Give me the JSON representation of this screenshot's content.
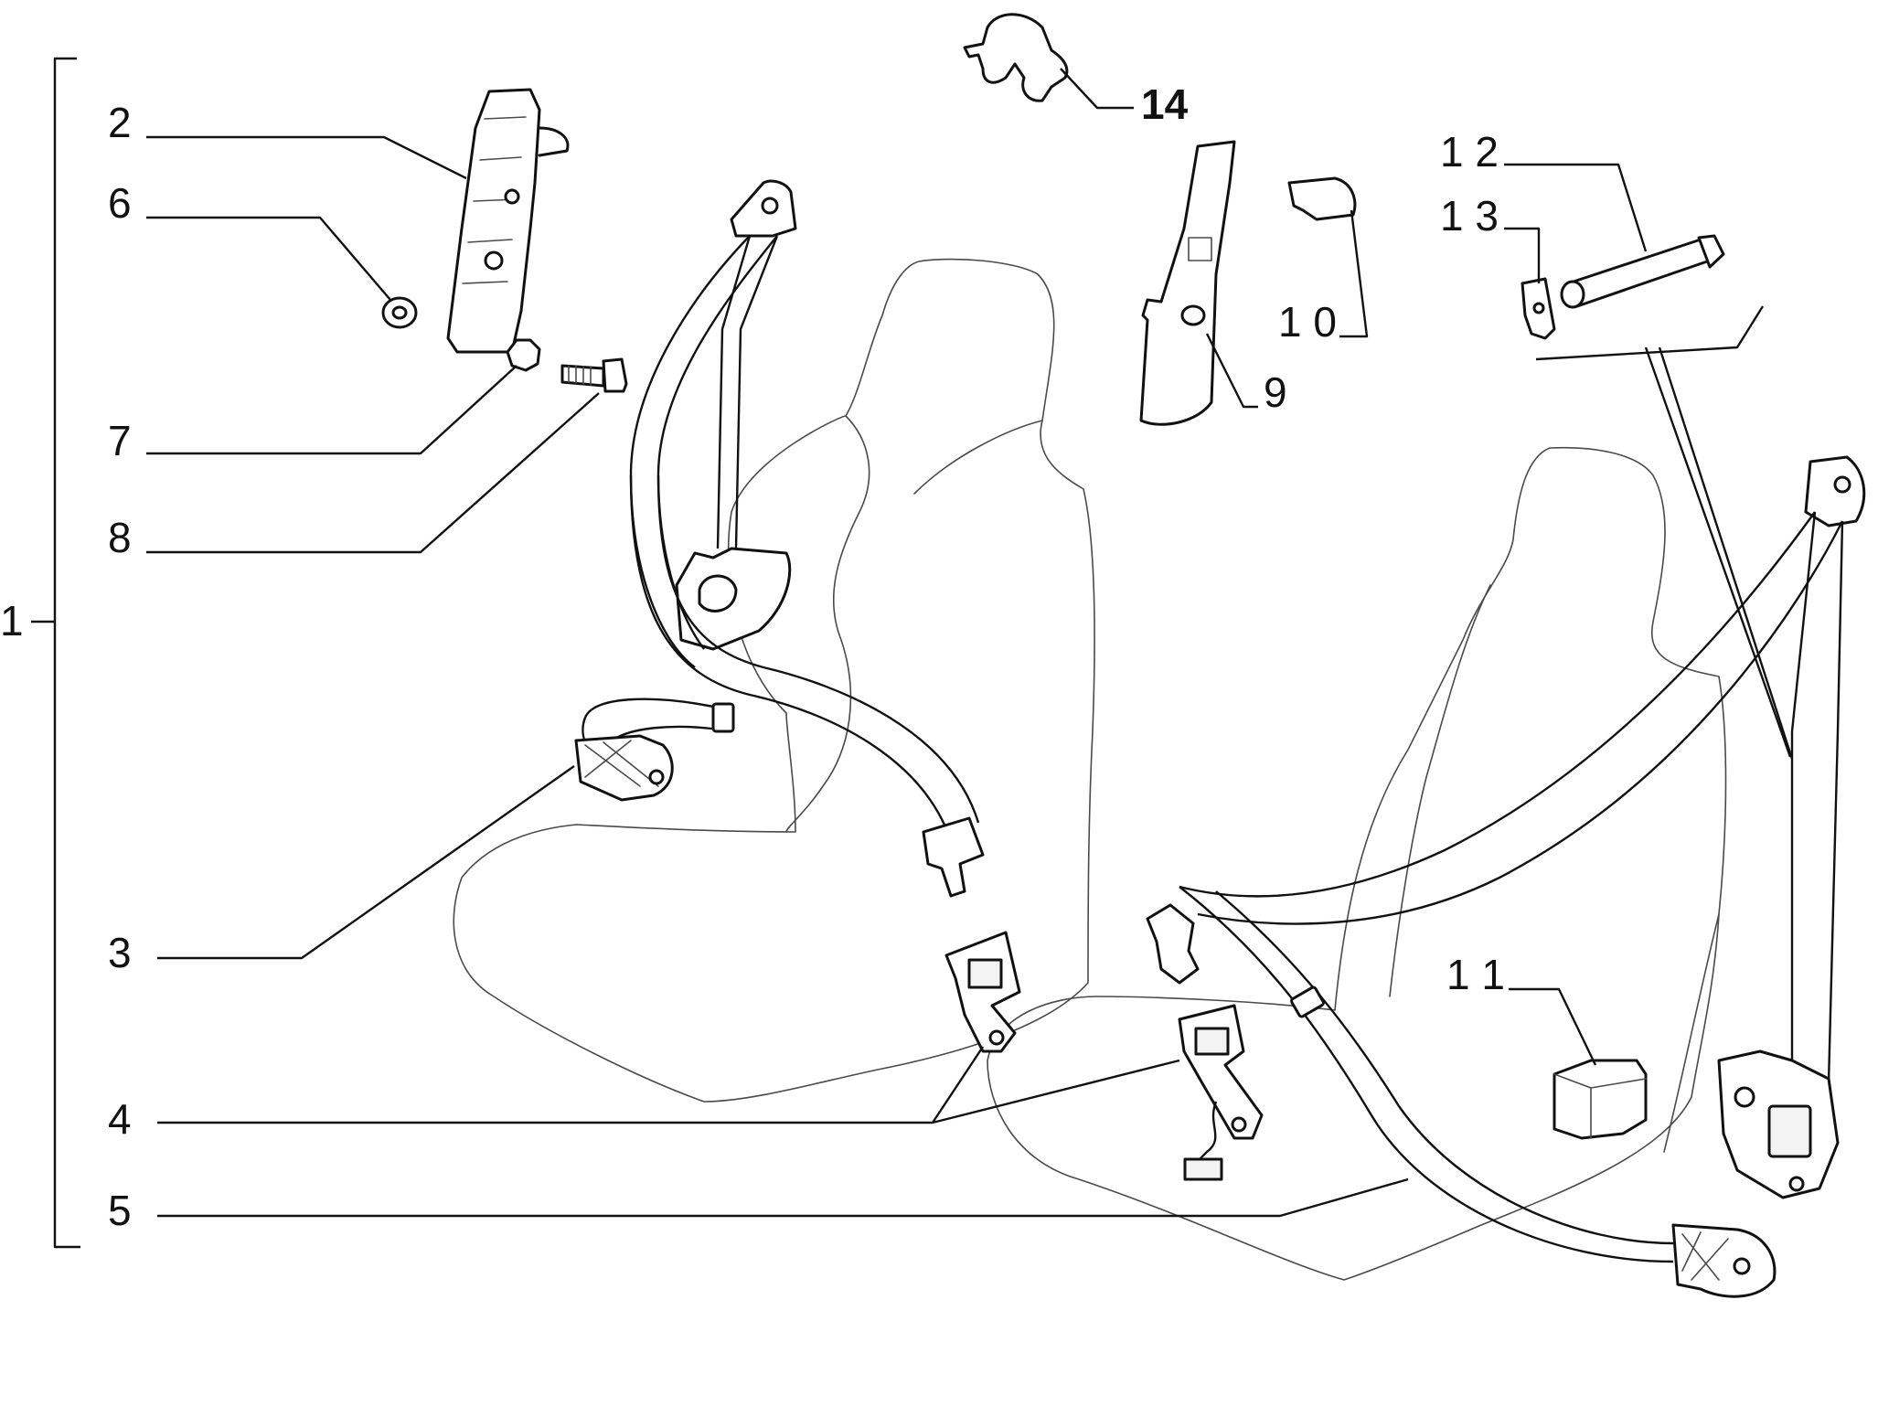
{
  "diagram": {
    "callouts": [
      {
        "id": "1",
        "text": "1"
      },
      {
        "id": "2",
        "text": "2"
      },
      {
        "id": "3",
        "text": "3"
      },
      {
        "id": "4",
        "text": "4"
      },
      {
        "id": "5",
        "text": "5"
      },
      {
        "id": "6",
        "text": "6"
      },
      {
        "id": "7",
        "text": "7"
      },
      {
        "id": "8",
        "text": "8"
      },
      {
        "id": "9",
        "text": "9"
      },
      {
        "id": "10",
        "text": "1 0"
      },
      {
        "id": "11",
        "text": "1 1"
      },
      {
        "id": "12",
        "text": "1 2"
      },
      {
        "id": "13",
        "text": "1 3"
      },
      {
        "id": "14",
        "text": "14"
      }
    ]
  }
}
